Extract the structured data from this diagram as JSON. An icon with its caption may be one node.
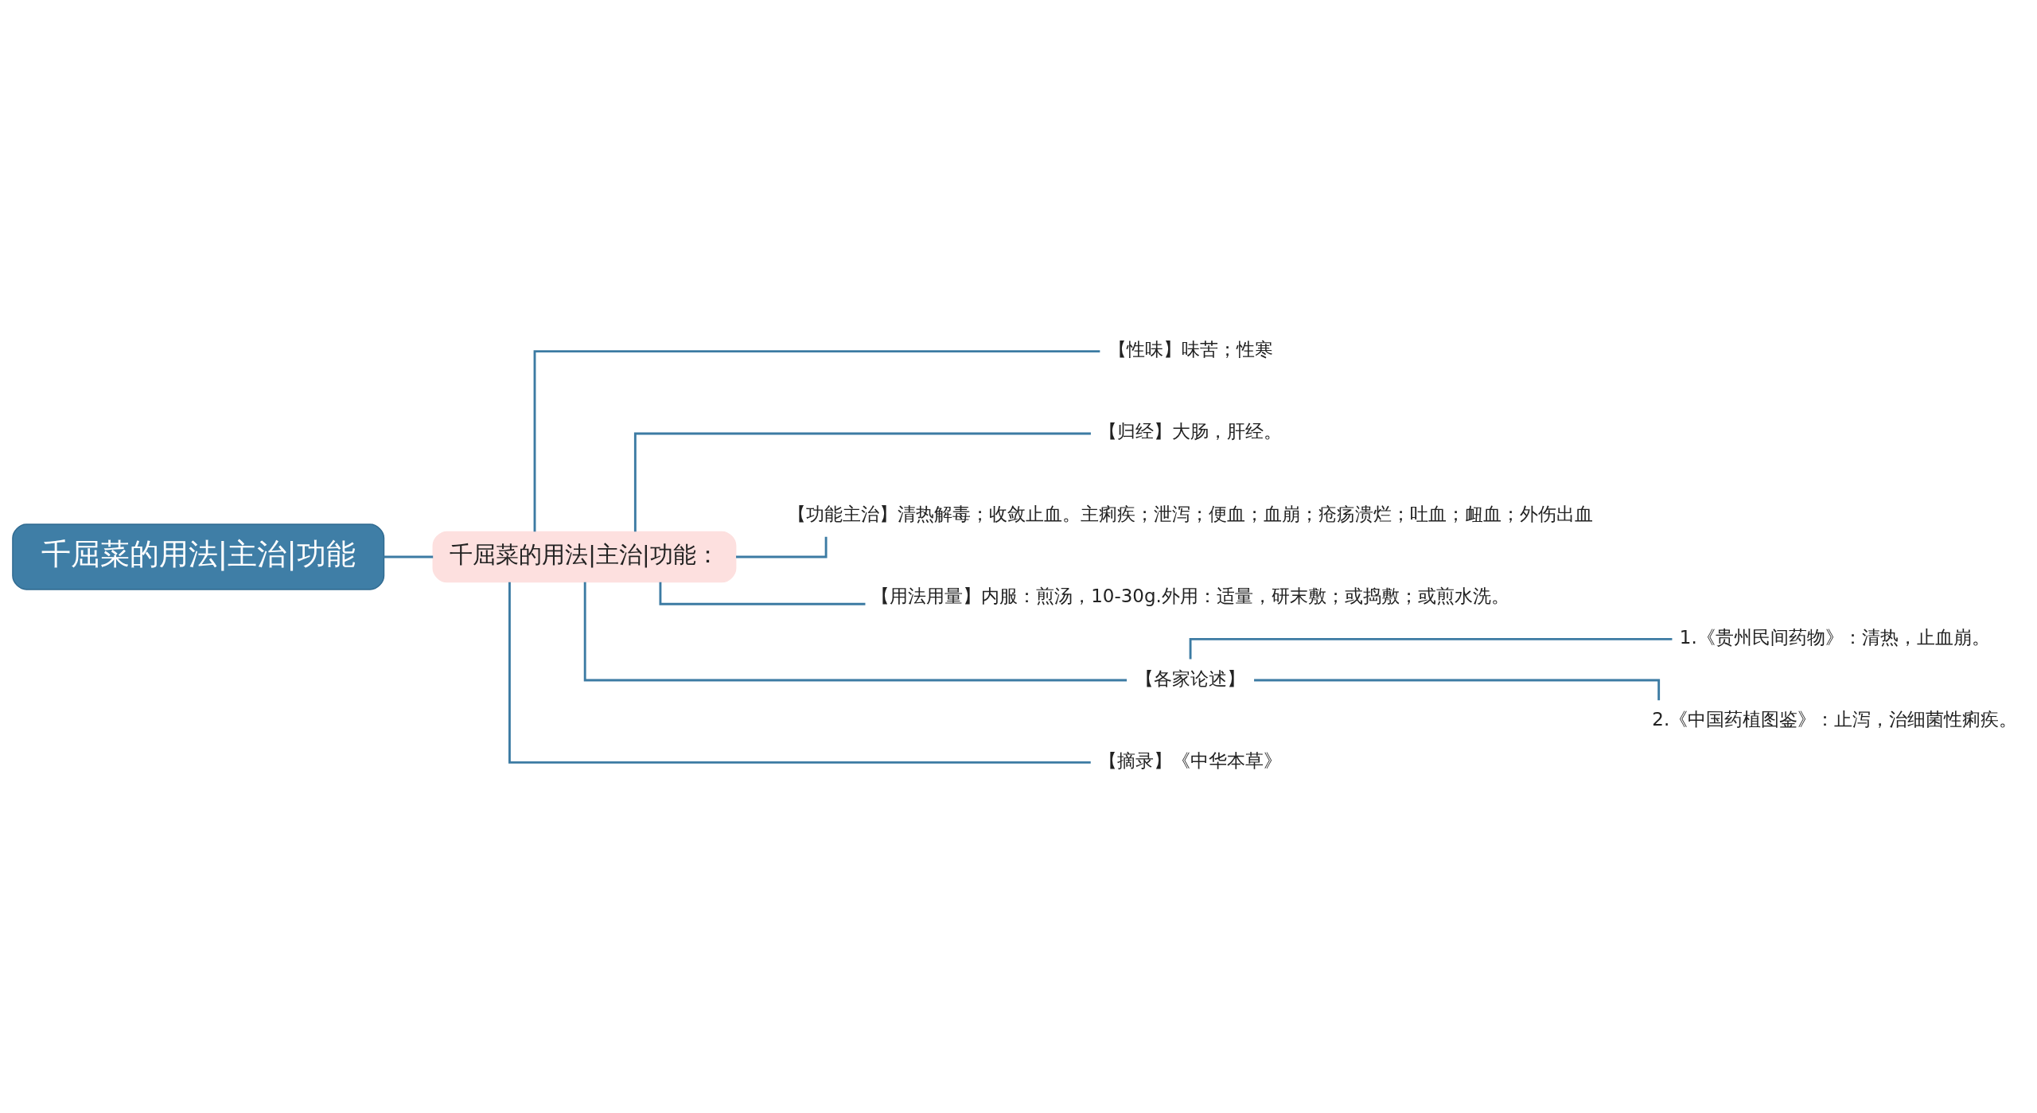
{
  "diagram": {
    "nodes": [
      {
        "text": [
          "千屈菜的用法|主治|功能"
        ]
      },
      {
        "text": [
          "千屈菜的用法|主治|功能："
        ]
      },
      {
        "text": [
          "【性味】味苦；性寒"
        ]
      },
      {
        "text": [
          "【归经】大肠，肝经。"
        ]
      },
      {
        "text": [
          "【功能主治】清热解毒；收敛止血。主痢疾；泄泻；便血；血崩；疮疡溃烂；吐血；衄血；外伤出血"
        ]
      },
      {
        "text": [
          "【用法用量】内服：煎汤，10-30g.外用：适量，研末敷；或捣敷；或煎水洗。"
        ]
      },
      {
        "text": [
          "【各家论述】"
        ]
      },
      {
        "text": [
          "1.《贵州民间药物》：清热，止血崩。"
        ]
      },
      {
        "text": [
          "2.《中国药植图鉴》：止泻，治细菌性痢疾。"
        ]
      },
      {
        "text": [
          "【摘录】《中华本草》"
        ]
      }
    ],
    "edges": [
      {
        "from": 0,
        "to": 1,
        "arrow": "none"
      },
      {
        "from": 1,
        "to": 2,
        "arrow": "none"
      },
      {
        "from": 1,
        "to": 3,
        "arrow": "none"
      },
      {
        "from": 1,
        "to": 4,
        "arrow": "none"
      },
      {
        "from": 1,
        "to": 5,
        "arrow": "none"
      },
      {
        "from": 1,
        "to": 6,
        "arrow": "none"
      },
      {
        "from": 6,
        "to": 7,
        "arrow": "none"
      },
      {
        "from": 6,
        "to": 8,
        "arrow": "none"
      },
      {
        "from": 1,
        "to": 9,
        "arrow": "none"
      }
    ]
  }
}
